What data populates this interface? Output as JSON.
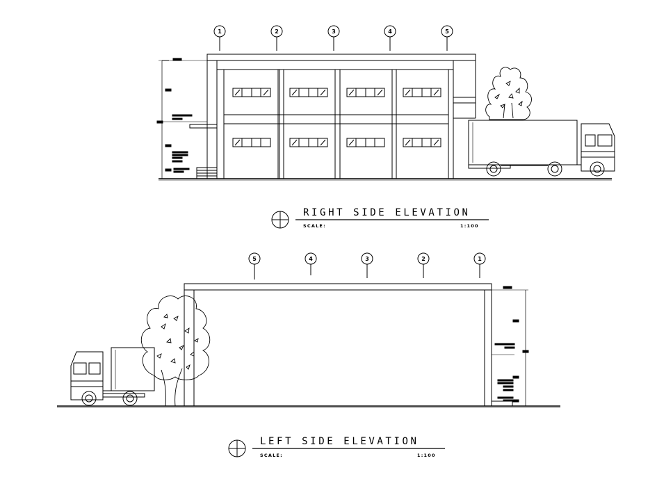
{
  "right_elevation": {
    "title": "RIGHT SIDE ELEVATION",
    "scale_label": "SCALE:",
    "scale_value": "1:100",
    "grid_labels": [
      "1",
      "2",
      "3",
      "4",
      "5"
    ]
  },
  "left_elevation": {
    "title": "LEFT SIDE ELEVATION",
    "scale_label": "SCALE:",
    "scale_value": "1:100",
    "grid_labels": [
      "5",
      "4",
      "3",
      "2",
      "1"
    ]
  }
}
